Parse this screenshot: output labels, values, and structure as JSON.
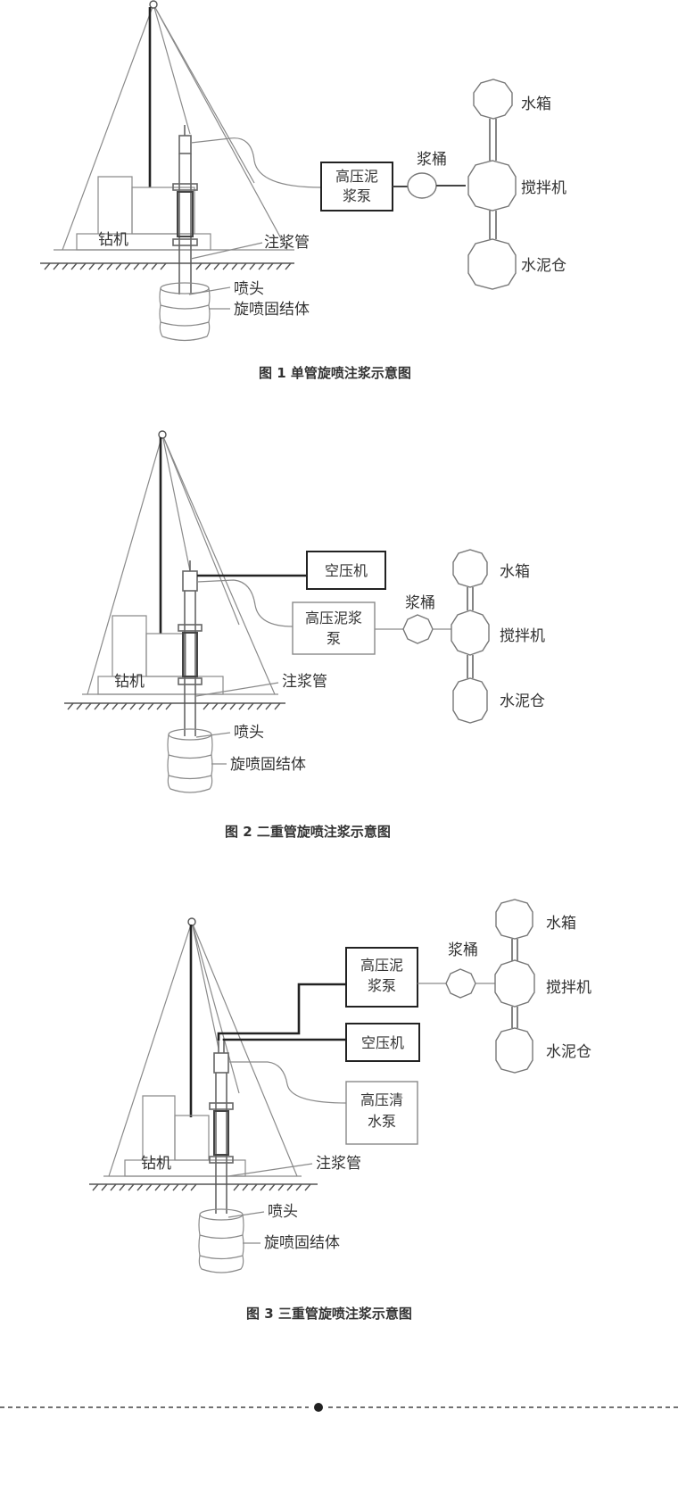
{
  "figures": [
    {
      "caption": "图 1  单管旋喷注浆示意图",
      "labels": {
        "drill": "钻机",
        "pipe": "注浆管",
        "nozzle": "喷头",
        "body": "旋喷固结体",
        "bucket": "浆桶",
        "water_tank": "水箱",
        "mixer": "搅拌机",
        "cement_silo": "水泥仓"
      },
      "boxes": [
        "高压泥",
        "浆泵"
      ]
    },
    {
      "caption": "图 2    二重管旋喷注浆示意图",
      "labels": {
        "drill": "钻机",
        "pipe": "注浆管",
        "nozzle": "喷头",
        "body": "旋喷固结体",
        "bucket": "浆桶",
        "water_tank": "水箱",
        "mixer": "搅拌机",
        "cement_silo": "水泥仓"
      },
      "boxes": {
        "compressor": "空压机",
        "pump_line1": "高压泥浆",
        "pump_line2": "泵"
      }
    },
    {
      "caption": "图 3    三重管旋喷注浆示意图",
      "labels": {
        "drill": "钻机",
        "pipe": "注浆管",
        "nozzle": "喷头",
        "body": "旋喷固结体",
        "bucket": "浆桶",
        "water_tank": "水箱",
        "mixer": "搅拌机",
        "cement_silo": "水泥仓"
      },
      "boxes": {
        "pump_line1": "高压泥",
        "pump_line2": "浆泵",
        "compressor": "空压机",
        "water_pump_line1": "高压清",
        "water_pump_line2": "水泵"
      }
    }
  ]
}
